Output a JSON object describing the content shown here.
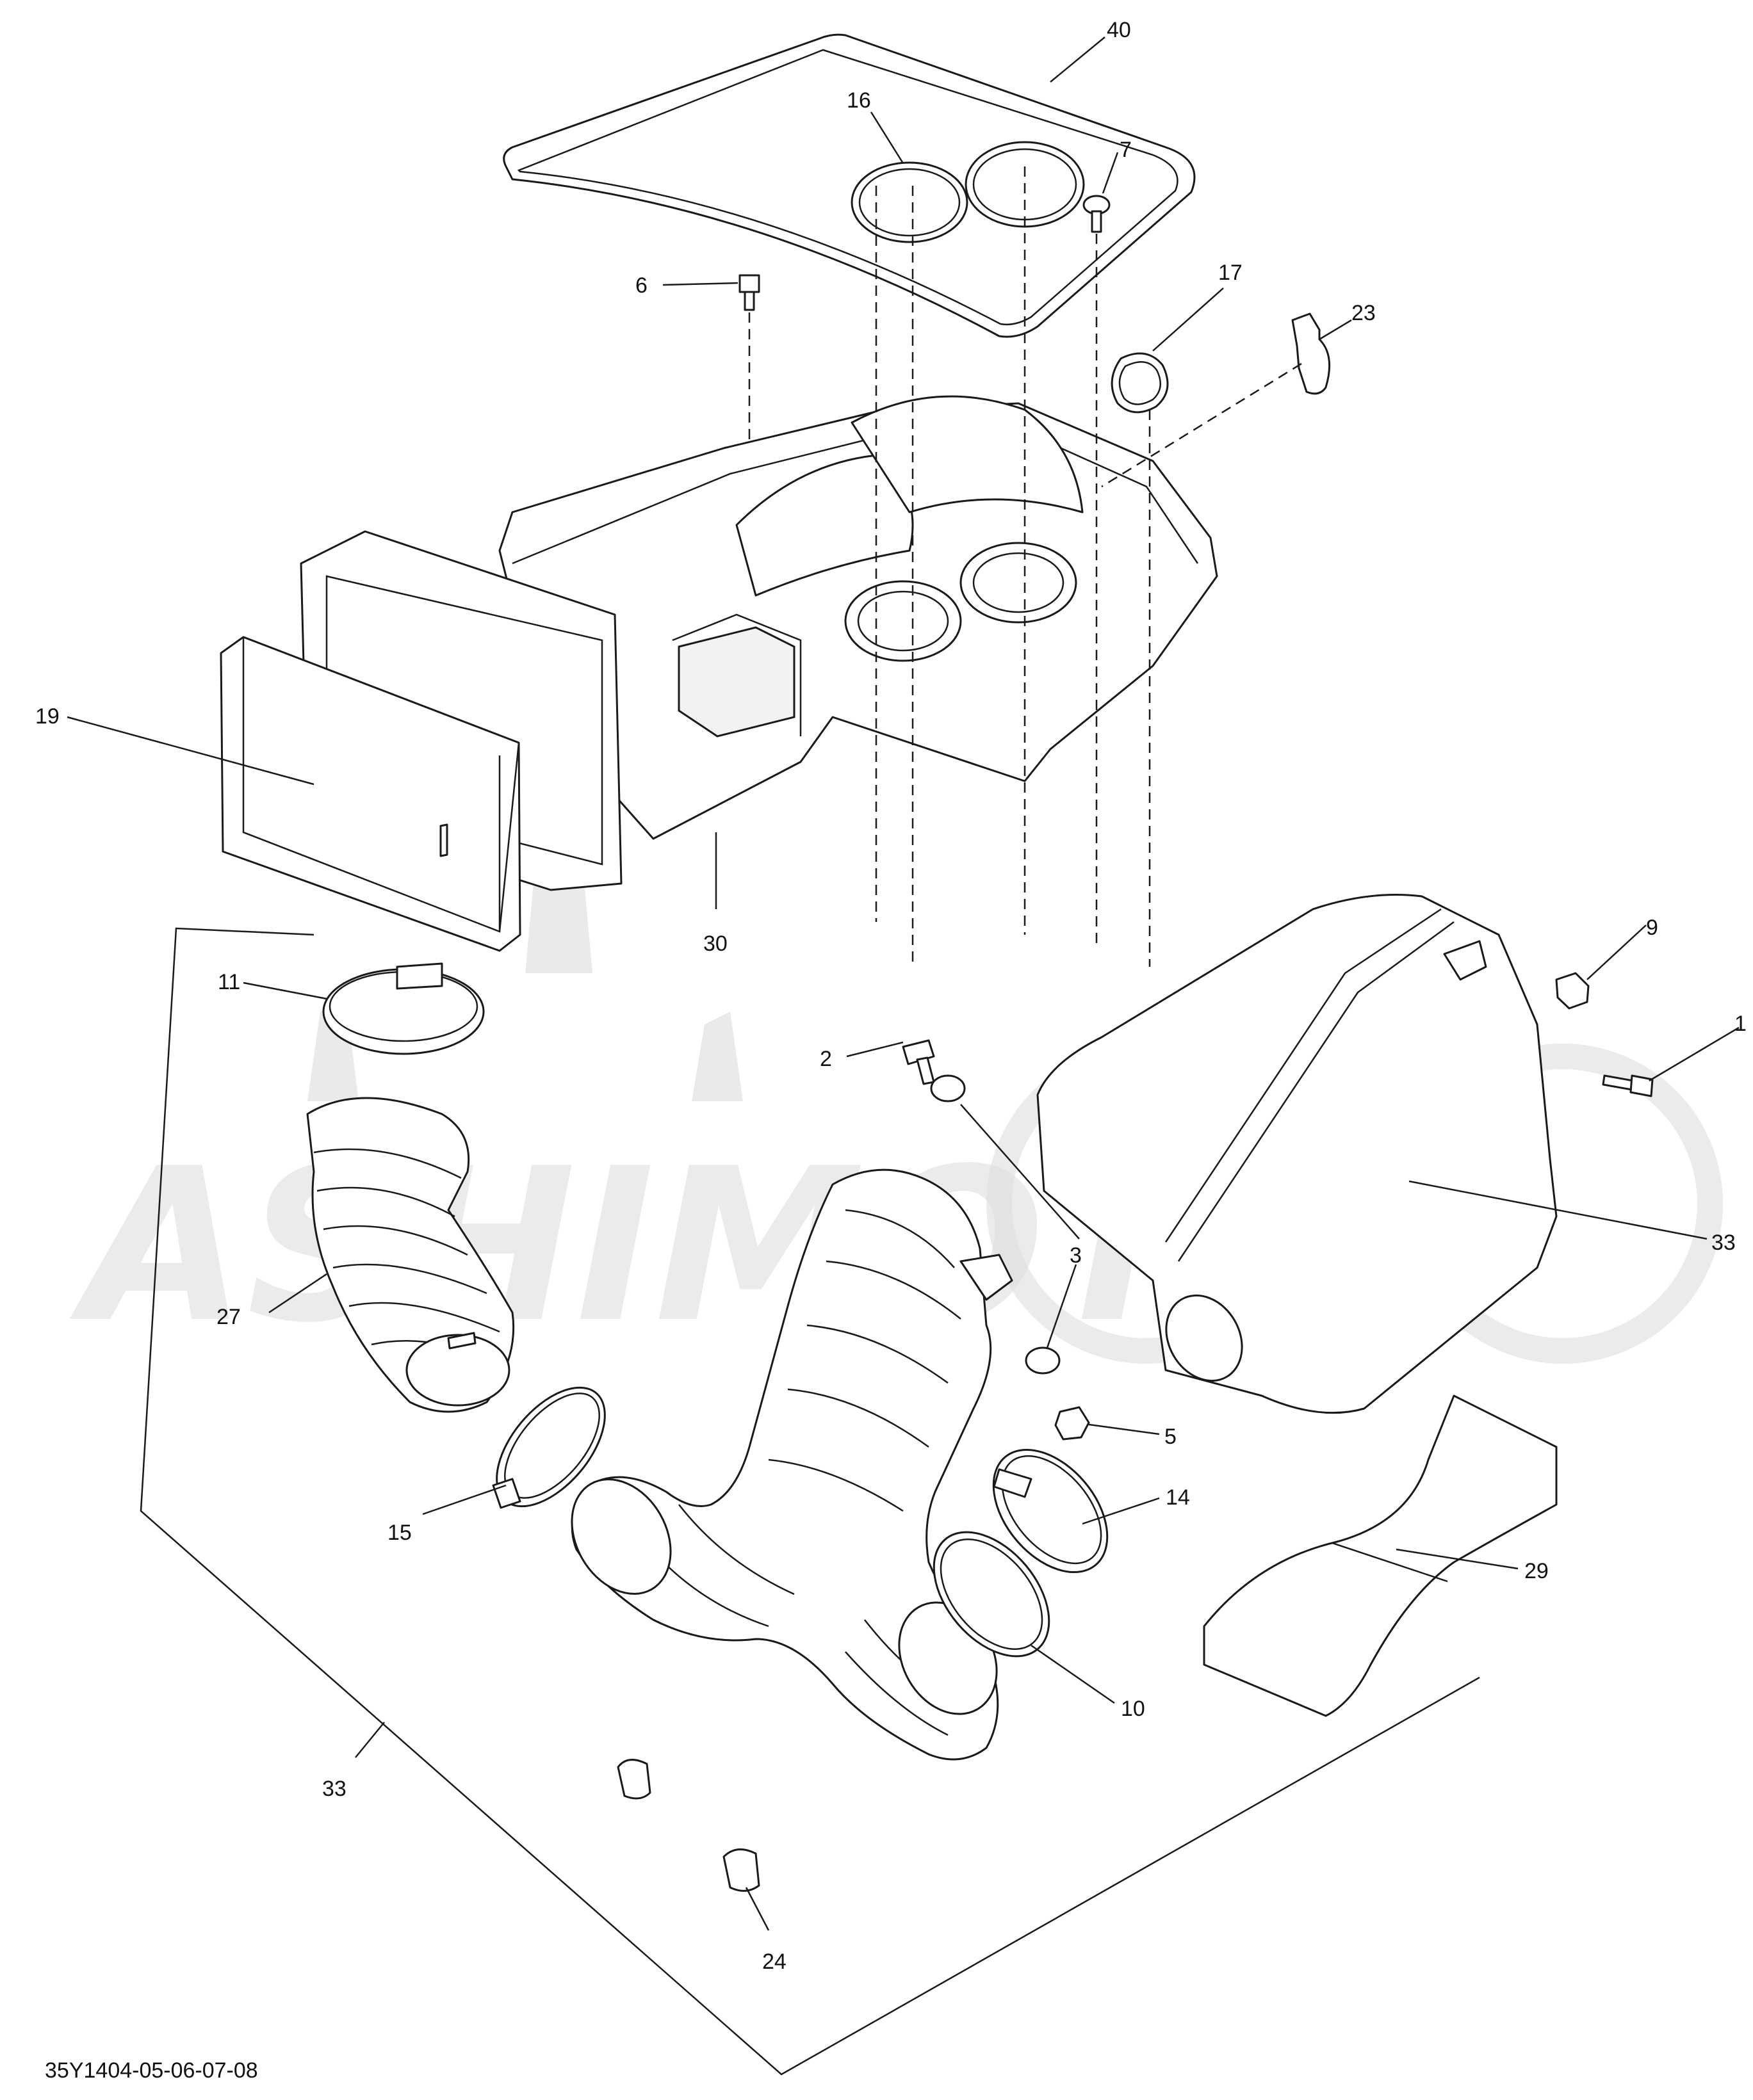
{
  "diagram": {
    "drawing_code": "35Y1404-05-06-07-08",
    "watermark": {
      "icon": "logo-watermark",
      "text": "ASHIMOTO"
    },
    "callouts": [
      {
        "id": "c40",
        "label": "40"
      },
      {
        "id": "c16",
        "label": "16"
      },
      {
        "id": "c7",
        "label": "7"
      },
      {
        "id": "c6",
        "label": "6"
      },
      {
        "id": "c17",
        "label": "17"
      },
      {
        "id": "c23",
        "label": "23"
      },
      {
        "id": "c19",
        "label": "19"
      },
      {
        "id": "c30",
        "label": "30"
      },
      {
        "id": "c11",
        "label": "11"
      },
      {
        "id": "c9",
        "label": "9"
      },
      {
        "id": "c1",
        "label": "1"
      },
      {
        "id": "c2",
        "label": "2"
      },
      {
        "id": "c3",
        "label": "3"
      },
      {
        "id": "c33a",
        "label": "33"
      },
      {
        "id": "c27",
        "label": "27"
      },
      {
        "id": "c5",
        "label": "5"
      },
      {
        "id": "c15",
        "label": "15"
      },
      {
        "id": "c14",
        "label": "14"
      },
      {
        "id": "c29",
        "label": "29"
      },
      {
        "id": "c10",
        "label": "10"
      },
      {
        "id": "c33b",
        "label": "33"
      },
      {
        "id": "c24",
        "label": "24"
      }
    ]
  }
}
